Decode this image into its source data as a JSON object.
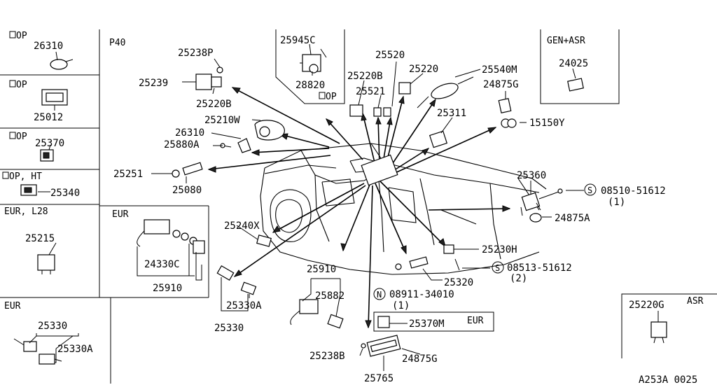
{
  "footer_code": "A253A 0025",
  "sections": {
    "op1": "OP",
    "op2": "OP",
    "op3": "OP",
    "op_ht": "OP, HT",
    "eur_l28": "EUR, L28",
    "eur_left": "EUR",
    "p40": "P40",
    "eur_box": "EUR",
    "op_top": "OP",
    "gen_asr": "GEN+ASR",
    "asr": "ASR",
    "eur_inline": "EUR"
  },
  "parts": {
    "p26310_a": "26310",
    "p25012": "25012",
    "p25370": "25370",
    "p25340": "25340",
    "p25215": "25215",
    "p25330_a": "25330",
    "p25330A_a": "25330A",
    "p24330C": "24330C",
    "p25910_a": "25910",
    "p25238P": "25238P",
    "p25239": "25239",
    "p25220B_a": "25220B",
    "p25210W": "25210W",
    "p26310_b": "26310",
    "p25880A": "25880A",
    "p25251": "25251",
    "p25080": "25080",
    "p25945C": "25945C",
    "p28820": "28820",
    "p25220B_b": "25220B",
    "p25521": "25521",
    "p25520": "25520",
    "p25220": "25220",
    "p25540M": "25540M",
    "p24875G_a": "24875G",
    "p25311": "25311",
    "p15150Y": "15150Y",
    "p24025": "24025",
    "p25360": "25360",
    "p08510": "08510-51612",
    "q08510": "(1)",
    "p24875A": "24875A",
    "p25240X": "25240X",
    "p25230H": "25230H",
    "p08513": "08513-51612",
    "q08513": "(2)",
    "p25320": "25320",
    "p25910_b": "25910",
    "p25882": "25882",
    "p25330A_b": "25330A",
    "p25330_b": "25330",
    "p08911": "08911-34010",
    "q08911": "(1)",
    "p25370M": "25370M",
    "p25238B": "25238B",
    "p24875G_b": "24875G",
    "p25765": "25765",
    "p25220G": "25220G"
  },
  "symbols": {
    "s1": "S",
    "s2": "S",
    "n1": "N"
  }
}
